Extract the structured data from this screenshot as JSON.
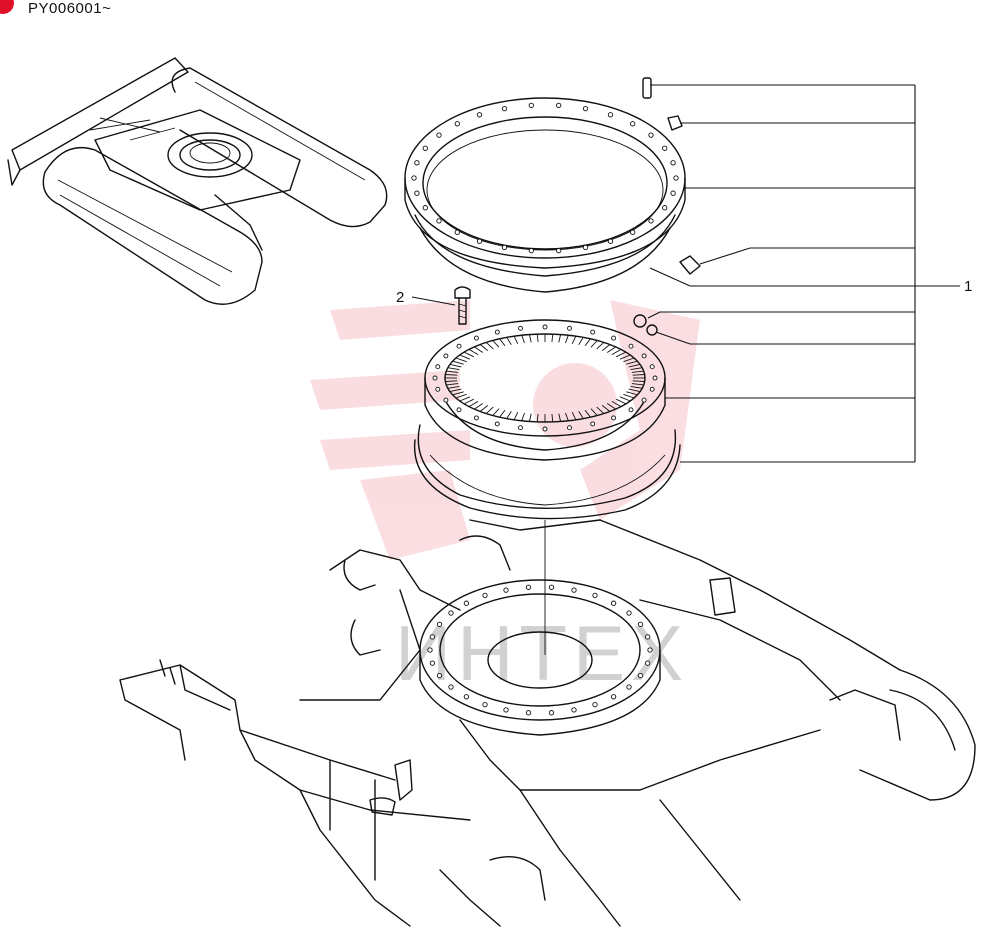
{
  "header": {
    "serial_range": "PY006001~"
  },
  "callouts": [
    {
      "id": "1",
      "label": "1"
    },
    {
      "id": "2",
      "label": "2"
    }
  ],
  "watermark": {
    "text": "ИНТЕХ",
    "color": "#f0a0a8",
    "text_color": "#9a9a9a"
  },
  "colors": {
    "line": "#111111",
    "accent": "#e0102a",
    "background": "#ffffff"
  }
}
